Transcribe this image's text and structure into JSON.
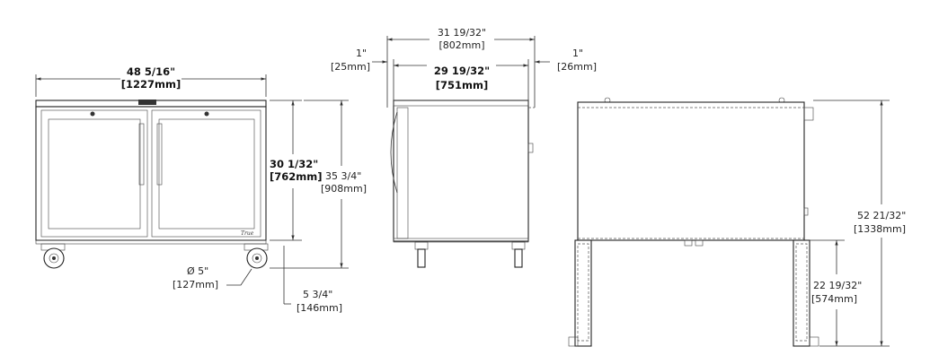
{
  "front": {
    "width_in": "48 5/16\"",
    "width_mm": "[1227mm]",
    "cabinet_height_in": "30 1/32\"",
    "cabinet_height_mm": "[762mm]",
    "total_height_in": "35 3/4\"",
    "total_height_mm": "[908mm]",
    "caster_dia_in": "Ø 5\"",
    "caster_dia_mm": "[127mm]",
    "caster_height_in": "5 3/4\"",
    "caster_height_mm": "[146mm]"
  },
  "side": {
    "overall_depth_in": "31 19/32\"",
    "overall_depth_mm": "[802mm]",
    "body_depth_in": "29 19/32\"",
    "body_depth_mm": "[751mm]",
    "front_offset_in": "1\"",
    "front_offset_mm": "[25mm]",
    "rear_offset_in": "1\"",
    "rear_offset_mm": "[26mm]"
  },
  "stand": {
    "total_height_in": "52 21/32\"",
    "total_height_mm": "[1338mm]",
    "leg_height_in": "22 19/32\"",
    "leg_height_mm": "[574mm]"
  }
}
